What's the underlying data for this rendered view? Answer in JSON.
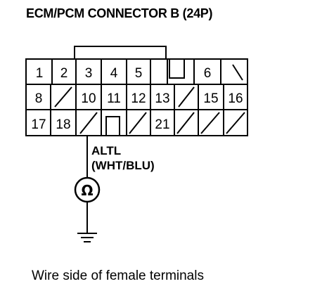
{
  "title": "ECM/PCM CONNECTOR B (24P)",
  "rows": [
    [
      "1",
      "2",
      "3",
      "4",
      "5",
      "",
      "6",
      "/"
    ],
    [
      "8",
      "/",
      "10",
      "11",
      "12",
      "13",
      "/",
      "15",
      "16"
    ],
    [
      "17",
      "18",
      "/",
      "",
      "/",
      "21",
      "/",
      "/",
      "/"
    ]
  ],
  "signal": {
    "name": "ALTL",
    "wire": "(WHT/BLU)"
  },
  "symbols": [
    "alternator-icon",
    "ground-icon"
  ],
  "caption": "Wire side of female terminals"
}
